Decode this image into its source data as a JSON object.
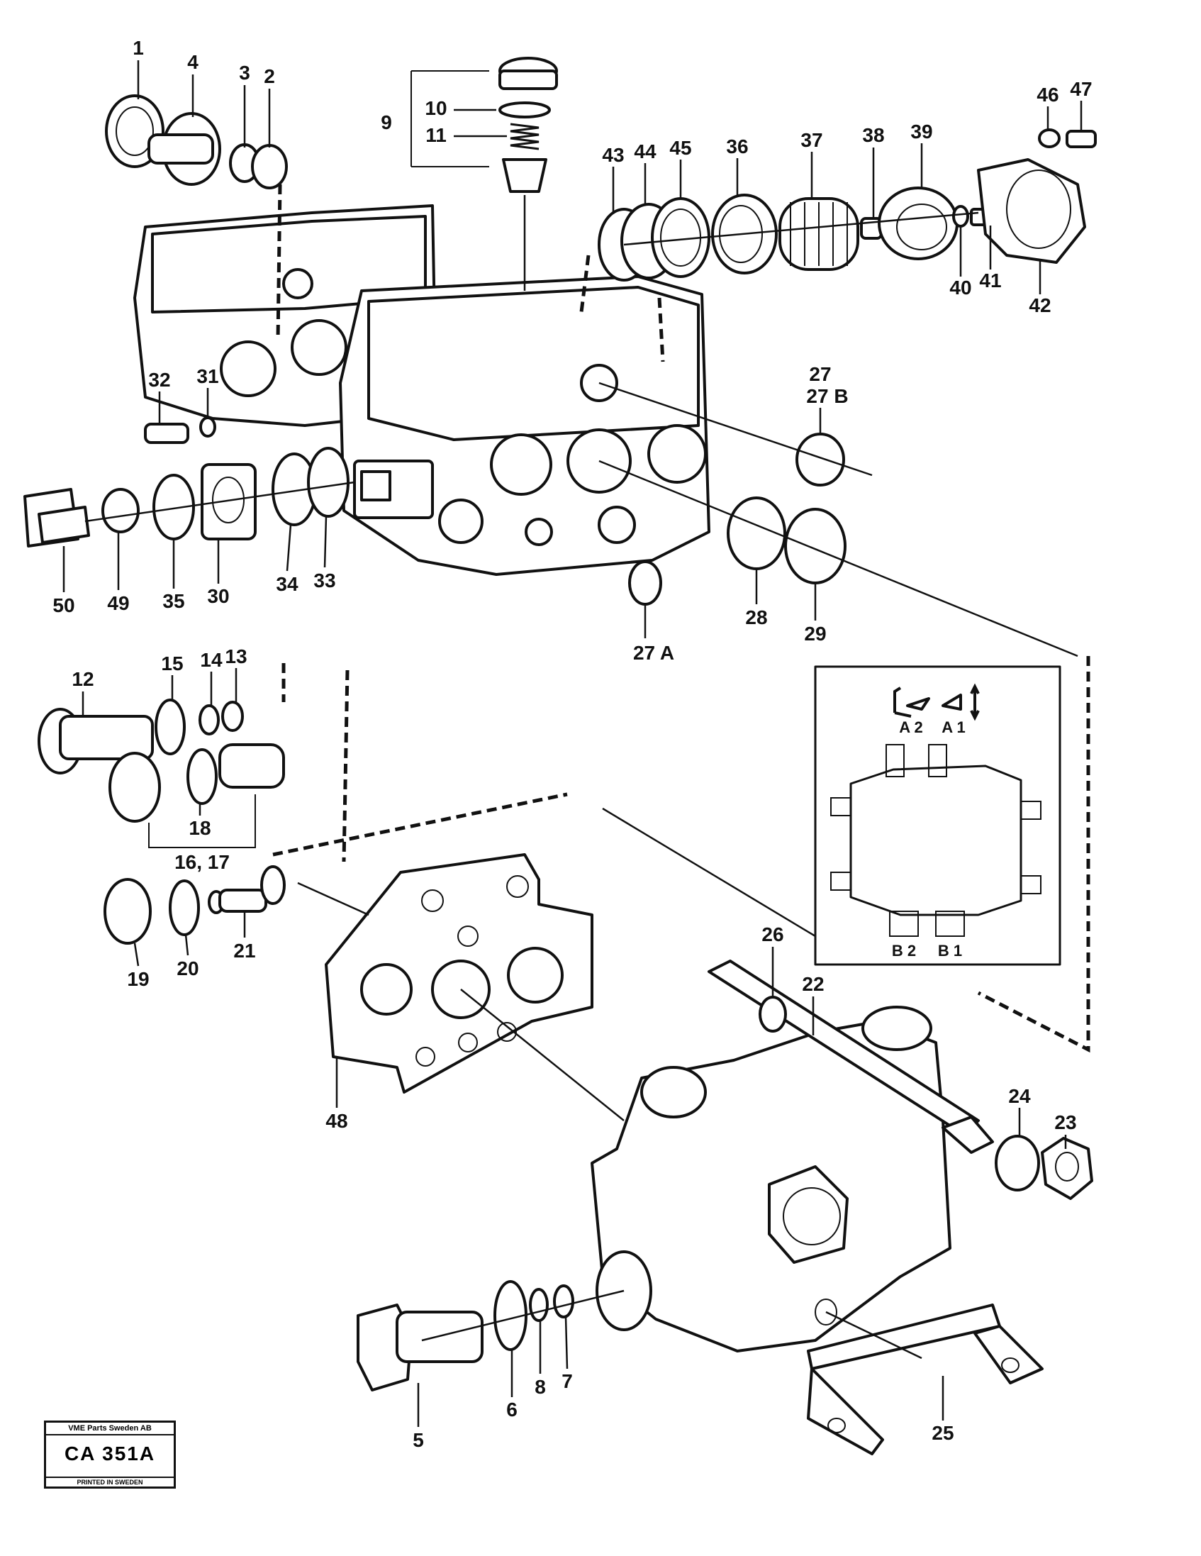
{
  "labels": {
    "p1": "1",
    "p2": "2",
    "p3": "3",
    "p4": "4",
    "p5": "5",
    "p6": "6",
    "p7": "7",
    "p8": "8",
    "p9": "9",
    "p10": "10",
    "p11": "11",
    "p12": "12",
    "p13": "13",
    "p14": "14",
    "p15": "15",
    "p16_17": "16, 17",
    "p18": "18",
    "p19": "19",
    "p20": "20",
    "p21": "21",
    "p22": "22",
    "p23": "23",
    "p24": "24",
    "p25": "25",
    "p26": "26",
    "p27": "27",
    "p27b": "27 B",
    "p27a": "27 A",
    "p28": "28",
    "p29": "29",
    "p30": "30",
    "p31": "31",
    "p32": "32",
    "p33": "33",
    "p34": "34",
    "p35": "35",
    "p36": "36",
    "p37": "37",
    "p38": "38",
    "p39": "39",
    "p40": "40",
    "p41": "41",
    "p42": "42",
    "p43": "43",
    "p44": "44",
    "p45": "45",
    "p46": "46",
    "p47": "47",
    "p48": "48",
    "p49": "49",
    "p50": "50"
  },
  "inset": {
    "a2": "A 2",
    "a1": "A 1",
    "b2": "B 2",
    "b1": "B 1"
  },
  "stamp": {
    "company": "VME Parts Sweden AB",
    "code": "CA 351A",
    "printed": "PRINTED IN SWEDEN"
  }
}
